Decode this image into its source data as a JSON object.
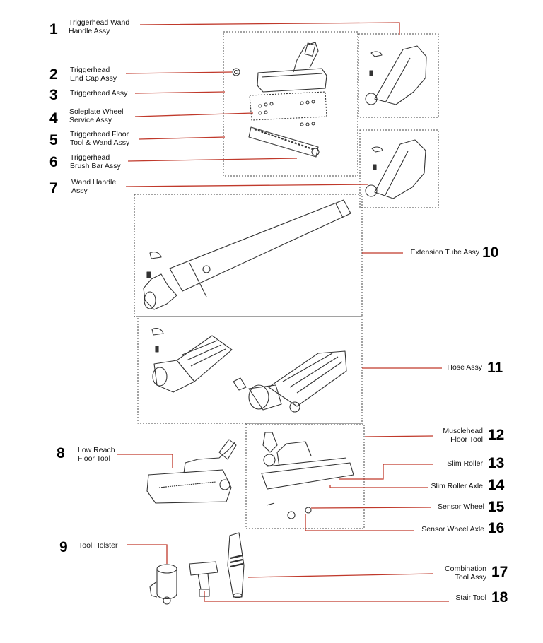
{
  "callouts": [
    {
      "num": "1",
      "label": "Triggerhead Wand\nHandle Assy"
    },
    {
      "num": "2",
      "label": "Triggerhead\nEnd Cap Assy"
    },
    {
      "num": "3",
      "label": "Triggerhead Assy"
    },
    {
      "num": "4",
      "label": "Soleplate Wheel\nService Assy"
    },
    {
      "num": "5",
      "label": "Triggerhead Floor\nTool & Wand Assy"
    },
    {
      "num": "6",
      "label": "Triggerhead\nBrush Bar Assy"
    },
    {
      "num": "7",
      "label": "Wand Handle\nAssy"
    },
    {
      "num": "8",
      "label": "Low Reach\nFloor Tool"
    },
    {
      "num": "9",
      "label": "Tool Holster"
    },
    {
      "num": "10",
      "label": "Extension Tube Assy"
    },
    {
      "num": "11",
      "label": "Hose Assy"
    },
    {
      "num": "12",
      "label": "Musclehead\nFloor Tool"
    },
    {
      "num": "13",
      "label": "Slim Roller"
    },
    {
      "num": "14",
      "label": "Slim Roller Axle"
    },
    {
      "num": "15",
      "label": "Sensor Wheel"
    },
    {
      "num": "16",
      "label": "Sensor Wheel Axle"
    },
    {
      "num": "17",
      "label": "Combination\nTool Assy"
    },
    {
      "num": "18",
      "label": "Stair Tool"
    }
  ],
  "colors": {
    "leader": "#c0392b",
    "box": "#444444",
    "part": "#333333",
    "text": "#111111"
  }
}
